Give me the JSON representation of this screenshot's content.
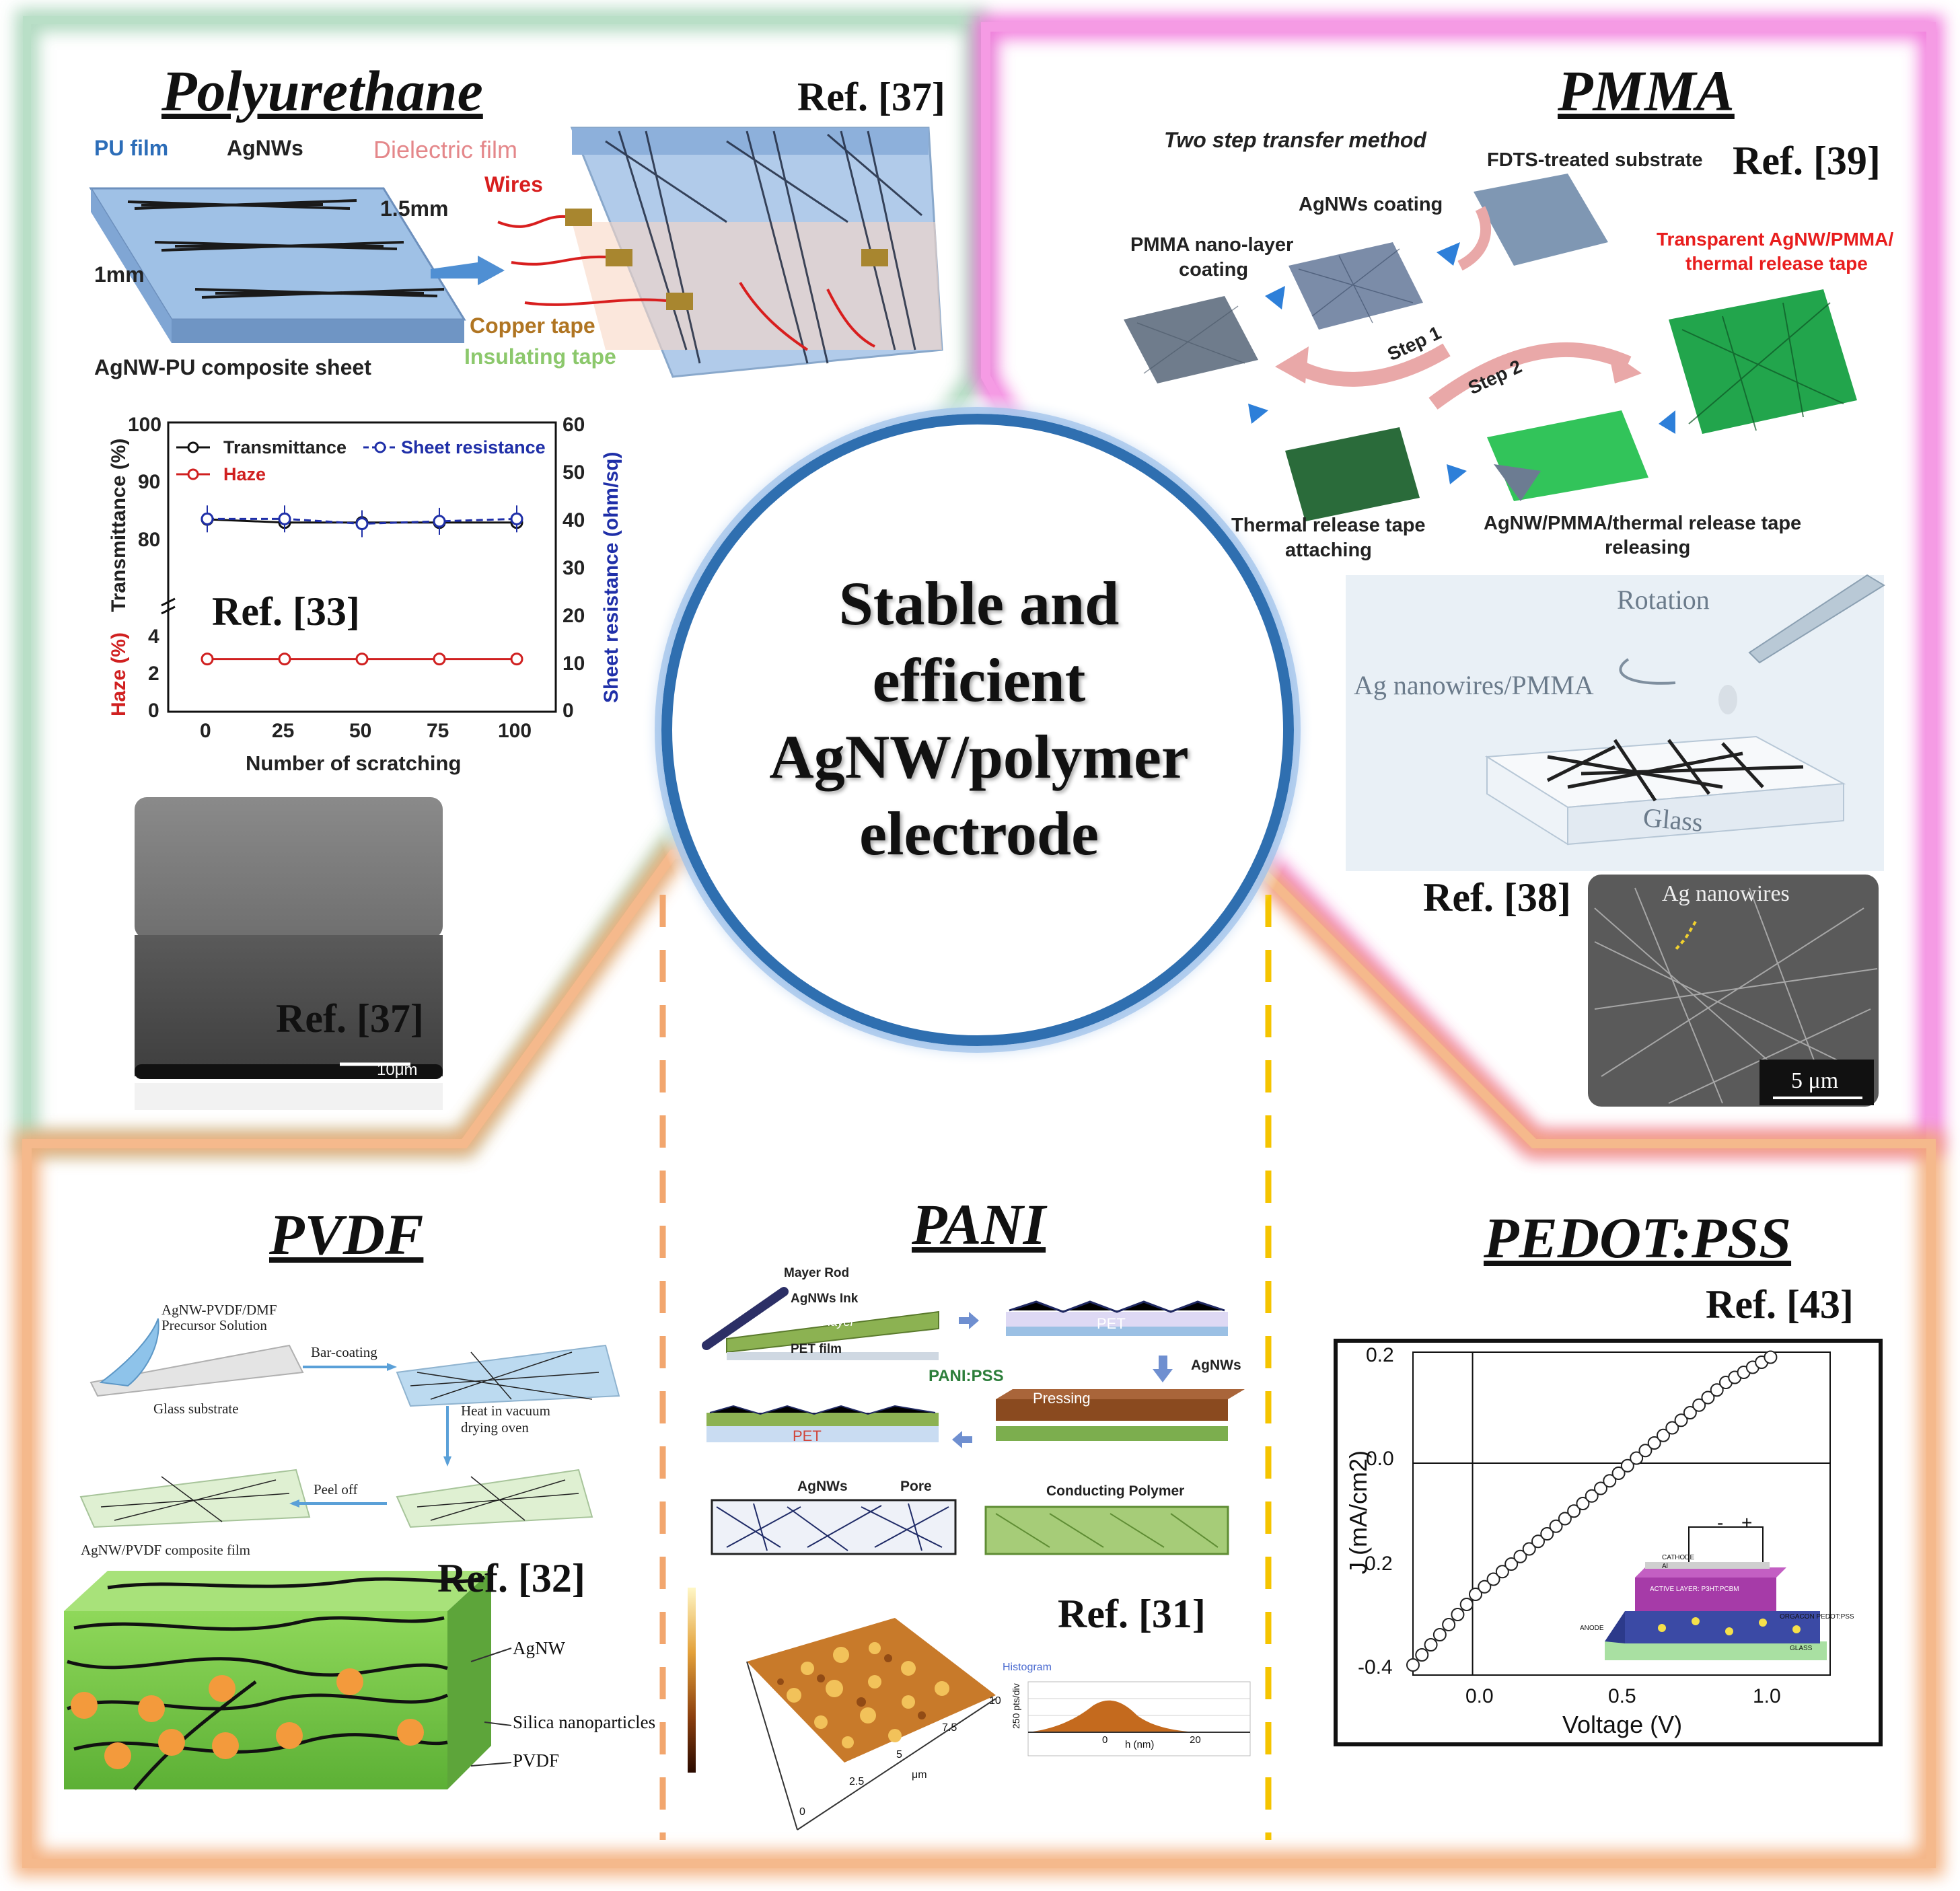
{
  "center": {
    "line1": "Stable and",
    "line2": "efficient",
    "line3": "AgNW/polymer",
    "line4": "electrode"
  },
  "colors": {
    "green_panel": "#a8d5b9",
    "pink_panel": "#f06ad8",
    "orange_panel": "#f2a66e",
    "center_ring": "#2f6fb0",
    "dash_left": "#f2a66e",
    "dash_right": "#f5c400"
  },
  "pu": {
    "title": "Polyurethane",
    "ref_top": "Ref. [37]",
    "pu_film": "PU film",
    "agnws": "AgNWs",
    "dim1": "1.5mm",
    "dim2": "1mm",
    "sheet_caption": "AgNW-PU composite sheet",
    "dielectric": "Dielectric film",
    "wires": "Wires",
    "copper": "Copper tape",
    "insulating": "Insulating tape",
    "ref_chart": "Ref. [33]",
    "ref_sem": "Ref. [37]",
    "sem_scale": "10μm"
  },
  "pu_chart_data": {
    "type": "line",
    "xlabel": "Number of scratching",
    "ylabel_left_top": "Transmittance (%)",
    "ylabel_left_bottom": "Haze (%)",
    "ylabel_right": "Sheet resistance (ohm/sq)",
    "x": [
      0,
      25,
      50,
      75,
      100
    ],
    "x_ticks": [
      "0",
      "25",
      "50",
      "75",
      "100"
    ],
    "left_ticks_top": [
      "100",
      "90",
      "80"
    ],
    "left_ticks_bottom": [
      "4",
      "2",
      "0"
    ],
    "right_ticks": [
      "60",
      "50",
      "40",
      "30",
      "20",
      "10",
      "0"
    ],
    "series": [
      {
        "name": "Transmittance",
        "color": "#111111",
        "values": [
          88,
          87.6,
          87.6,
          87.6,
          87.6
        ]
      },
      {
        "name": "Sheet resistance",
        "color": "#1f2fa8",
        "values": [
          40,
          40,
          39,
          39.5,
          40
        ]
      },
      {
        "name": "Haze",
        "color": "#d02020",
        "values": [
          2.8,
          2.8,
          2.8,
          2.8,
          2.8
        ]
      }
    ]
  },
  "pmma": {
    "title": "PMMA",
    "method": "Two step transfer method",
    "fdts": "FDTS-treated substrate",
    "ref_top": "Ref. [39]",
    "coating": "AgNWs coating",
    "nano_layer_1": "PMMA nano-layer",
    "nano_layer_2": "coating",
    "transparent_1": "Transparent AgNW/PMMA/",
    "transparent_2": "thermal release tape",
    "step1": "Step 1",
    "step2": "Step 2",
    "thermal_1": "Thermal release tape",
    "thermal_2": "attaching",
    "releasing_1": "AgNW/PMMA/thermal release tape",
    "releasing_2": "releasing",
    "rotation": "Rotation",
    "ag_pmma": "Ag nanowires/PMMA",
    "glass": "Glass",
    "ref_38": "Ref. [38]",
    "ag_nanowires": "Ag nanowires",
    "sem_scale": "5 μm"
  },
  "pvdf": {
    "title": "PVDF",
    "precursor_1": "AgNW-PVDF/DMF",
    "precursor_2": "Precursor Solution",
    "bar_coating": "Bar-coating",
    "glass_substrate": "Glass substrate",
    "heat_1": "Heat in vacuum",
    "heat_2": "drying oven",
    "peel": "Peel off",
    "composite": "AgNW/PVDF composite film",
    "ref": "Ref. [32]",
    "agnw": "AgNW",
    "silica": "Silica nanoparticles",
    "pvdf_label": "PVDF"
  },
  "pani": {
    "title": "PANI",
    "mayer": "Mayer Rod",
    "ink": "AgNWs Ink",
    "pani_layer": "PANI layer",
    "pet_film": "PET film",
    "pet": "PET",
    "agnws": "AgNWs",
    "panipss": "PANI:PSS",
    "pressing": "Pressing",
    "pet2": "PET",
    "agnws2": "AgNWs",
    "pore": "Pore",
    "conducting": "Conducting Polymer",
    "ref": "Ref. [31]",
    "histogram": "Histogram",
    "hist_x": "h (nm)",
    "hist_y": "250 pts/div",
    "hist_ticks": [
      "0",
      "20"
    ],
    "afm_ticks": [
      "0",
      "2.5",
      "5",
      "7.5",
      "10"
    ],
    "afm_unit": "μm"
  },
  "pedot": {
    "title": "PEDOT:PSS",
    "ref": "Ref. [43]",
    "cathode": "CATHODE",
    "cathode_sub": "Al",
    "active": "ACTIVE LAYER: P3HT:PCBM",
    "anode": "ANODE",
    "organic": "ORGACON PEDOT:PSS",
    "glass": "GLASS",
    "minus": "-",
    "plus": "+"
  },
  "pedot_chart_data": {
    "type": "scatter",
    "xlabel": "Voltage (V)",
    "ylabel": "J (mA/cm2)",
    "xlim": [
      -0.2,
      1.2
    ],
    "ylim": [
      -0.42,
      0.22
    ],
    "x_ticks": [
      "0.0",
      "0.5",
      "1.0"
    ],
    "y_ticks": [
      "0.2",
      "0.0",
      "-0.2",
      "-0.4"
    ],
    "points_x": [
      -0.2,
      -0.17,
      -0.14,
      -0.11,
      -0.08,
      -0.05,
      -0.02,
      0.01,
      0.04,
      0.07,
      0.1,
      0.13,
      0.16,
      0.19,
      0.22,
      0.25,
      0.28,
      0.31,
      0.34,
      0.37,
      0.4,
      0.43,
      0.46,
      0.49,
      0.52,
      0.55,
      0.58,
      0.61,
      0.64,
      0.67,
      0.7,
      0.73,
      0.76,
      0.79,
      0.82,
      0.85,
      0.88,
      0.91,
      0.94,
      0.97,
      1.0
    ],
    "points_y": [
      -0.4,
      -0.38,
      -0.36,
      -0.34,
      -0.32,
      -0.3,
      -0.28,
      -0.26,
      -0.245,
      -0.23,
      -0.215,
      -0.2,
      -0.185,
      -0.17,
      -0.155,
      -0.14,
      -0.125,
      -0.11,
      -0.095,
      -0.08,
      -0.065,
      -0.05,
      -0.035,
      -0.02,
      -0.005,
      0.01,
      0.025,
      0.04,
      0.055,
      0.07,
      0.085,
      0.1,
      0.115,
      0.13,
      0.145,
      0.16,
      0.17,
      0.18,
      0.19,
      0.2,
      0.21
    ]
  }
}
